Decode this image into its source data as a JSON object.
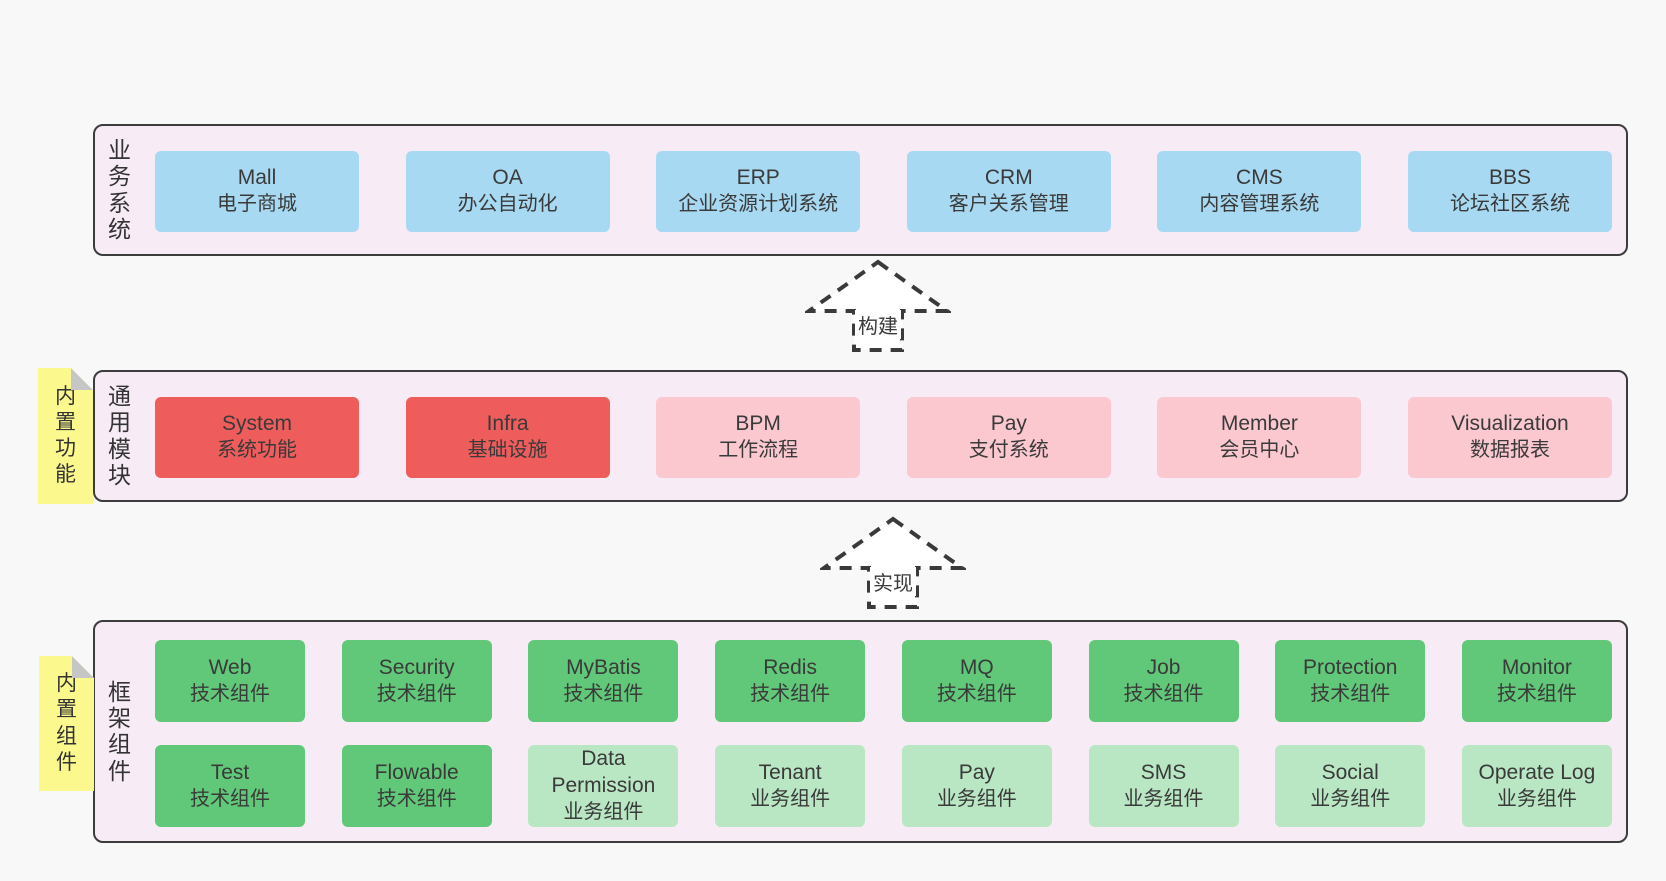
{
  "arrows": {
    "build": "构建",
    "implement": "实现"
  },
  "layers": {
    "business": {
      "label": "业务系统",
      "boxes": [
        {
          "title": "Mall",
          "subtitle": "电子商城"
        },
        {
          "title": "OA",
          "subtitle": "办公自动化"
        },
        {
          "title": "ERP",
          "subtitle": "企业资源计划系统"
        },
        {
          "title": "CRM",
          "subtitle": "客户关系管理"
        },
        {
          "title": "CMS",
          "subtitle": "内容管理系统"
        },
        {
          "title": "BBS",
          "subtitle": "论坛社区系统"
        }
      ]
    },
    "modules": {
      "label": "通用模块",
      "sticky": "内置功能",
      "boxes": [
        {
          "title": "System",
          "subtitle": "系统功能"
        },
        {
          "title": "Infra",
          "subtitle": "基础设施"
        },
        {
          "title": "BPM",
          "subtitle": "工作流程"
        },
        {
          "title": "Pay",
          "subtitle": "支付系统"
        },
        {
          "title": "Member",
          "subtitle": "会员中心"
        },
        {
          "title": "Visualization",
          "subtitle": "数据报表"
        }
      ]
    },
    "components": {
      "label": "框架组件",
      "sticky": "内置组件",
      "row1": [
        {
          "title": "Web",
          "subtitle": "技术组件"
        },
        {
          "title": "Security",
          "subtitle": "技术组件"
        },
        {
          "title": "MyBatis",
          "subtitle": "技术组件"
        },
        {
          "title": "Redis",
          "subtitle": "技术组件"
        },
        {
          "title": "MQ",
          "subtitle": "技术组件"
        },
        {
          "title": "Job",
          "subtitle": "技术组件"
        },
        {
          "title": "Protection",
          "subtitle": "技术组件"
        },
        {
          "title": "Monitor",
          "subtitle": "技术组件"
        }
      ],
      "row2": [
        {
          "title": "Test",
          "subtitle": "技术组件"
        },
        {
          "title": "Flowable",
          "subtitle": "技术组件"
        },
        {
          "title": "Data Permission",
          "subtitle": "业务组件"
        },
        {
          "title": "Tenant",
          "subtitle": "业务组件"
        },
        {
          "title": "Pay",
          "subtitle": "业务组件"
        },
        {
          "title": "SMS",
          "subtitle": "业务组件"
        },
        {
          "title": "Social",
          "subtitle": "业务组件"
        },
        {
          "title": "Operate Log",
          "subtitle": "业务组件"
        }
      ]
    }
  },
  "colors": {
    "page_bg": "#f8f8f8",
    "panel_bg": "#f7ecf6",
    "panel_border": "#3c3c3c",
    "blue": "#a8d9f2",
    "red": "#ef5c5c",
    "pink": "#fbc8d0",
    "green": "#60c878",
    "green_light": "#b9e6c3",
    "sticky_yellow": "#fbf98e",
    "sticky_fold": "#c6c6c6",
    "text": "#3a3a3a"
  }
}
